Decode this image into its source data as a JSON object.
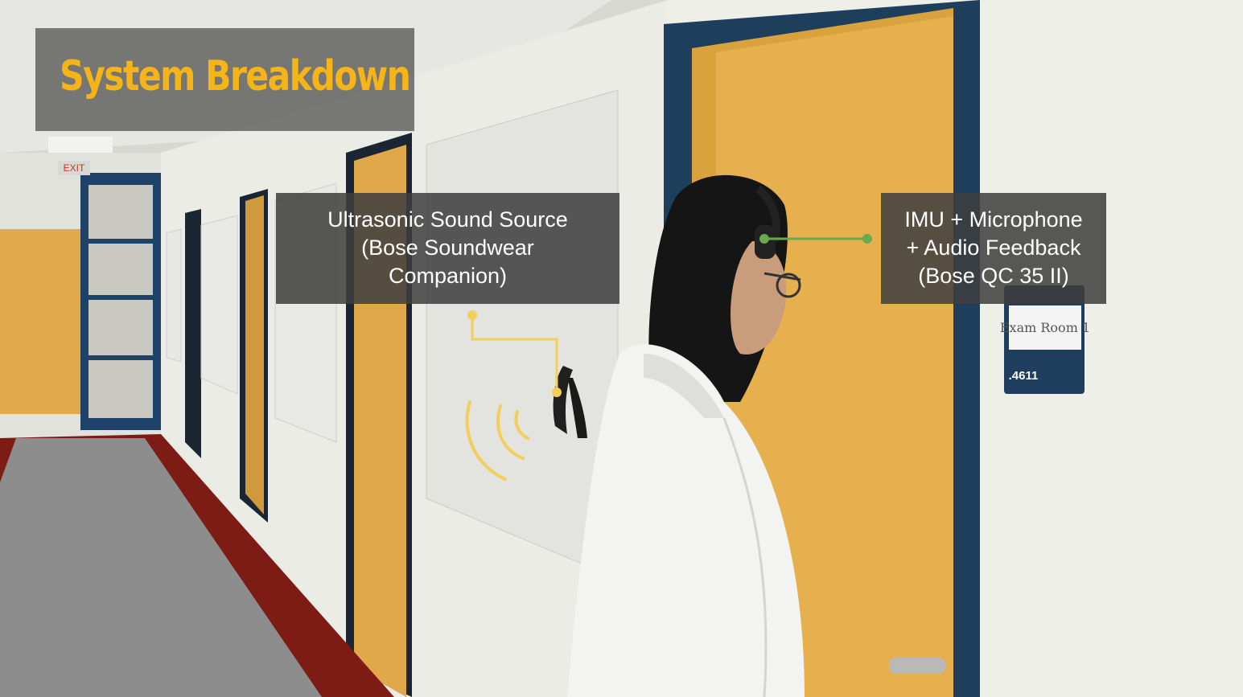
{
  "title": "System Breakdown",
  "labels": {
    "sound_source": {
      "lines": [
        "Ultrasonic Sound Source",
        "(Bose Soundwear",
        "Companion)"
      ]
    },
    "imu": {
      "lines": [
        "IMU + Microphone",
        "+ Audio Feedback",
        "(Bose QC 35 II)"
      ]
    }
  },
  "door_sign": {
    "room": "Exam Room 1",
    "number": ".4611"
  },
  "exit_sign": "EXIT",
  "colors": {
    "title": "#f5b418",
    "sound_connector": "#f2cf5a",
    "imu_connector": "#6aaa4e",
    "label_bg": "#3e3e3e"
  }
}
